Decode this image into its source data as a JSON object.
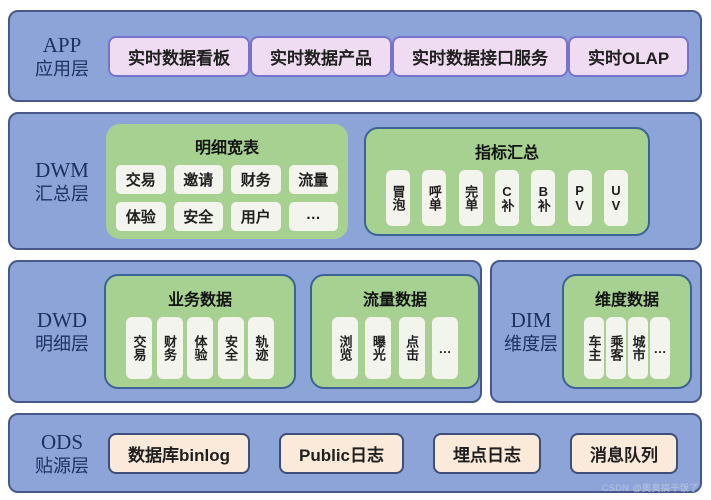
{
  "colors": {
    "layer_fill": "#8da4d8",
    "layer_border": "#47598a",
    "green_fill": "#a6d190",
    "green_border": "#3c6394",
    "white_chip_fill": "#f4f4ee",
    "app_chip_fill": "#f0dcf2",
    "app_chip_border": "#7673cf",
    "ods_chip_fill": "#fbe9d9",
    "ods_chip_border": "#3f4e78",
    "label_text": "#1e3260"
  },
  "layers": {
    "app": {
      "label_en": "APP",
      "label_zh": "应用层",
      "chips": [
        "实时数据看板",
        "实时数据产品",
        "实时数据接口服务",
        "实时OLAP"
      ]
    },
    "dwm": {
      "label_en": "DWM",
      "label_zh": "汇总层",
      "wide_table": {
        "title": "明细宽表",
        "chips": [
          "交易",
          "邀请",
          "财务",
          "流量",
          "体验",
          "安全",
          "用户",
          "…"
        ]
      },
      "metrics": {
        "title": "指标汇总",
        "chips": [
          "冒泡",
          "呼单",
          "完单",
          "C补",
          "B补",
          "PV",
          "UV"
        ]
      }
    },
    "dwd": {
      "label_en": "DWD",
      "label_zh": "明细层",
      "business": {
        "title": "业务数据",
        "chips": [
          "交易",
          "财务",
          "体验",
          "安全",
          "轨迹"
        ]
      },
      "traffic": {
        "title": "流量数据",
        "chips": [
          "浏览",
          "曝光",
          "点击",
          "…"
        ]
      }
    },
    "dim": {
      "label_en": "DIM",
      "label_zh": "维度层",
      "dimension": {
        "title": "维度数据",
        "chips": [
          "车主",
          "乘客",
          "城市",
          "…"
        ]
      }
    },
    "ods": {
      "label_en": "ODS",
      "label_zh": "贴源层",
      "chips": [
        "数据库binlog",
        "Public日志",
        "埋点日志",
        "消息队列"
      ]
    }
  },
  "watermark": {
    "text": "CSDN @奥奥搞干饭了"
  }
}
